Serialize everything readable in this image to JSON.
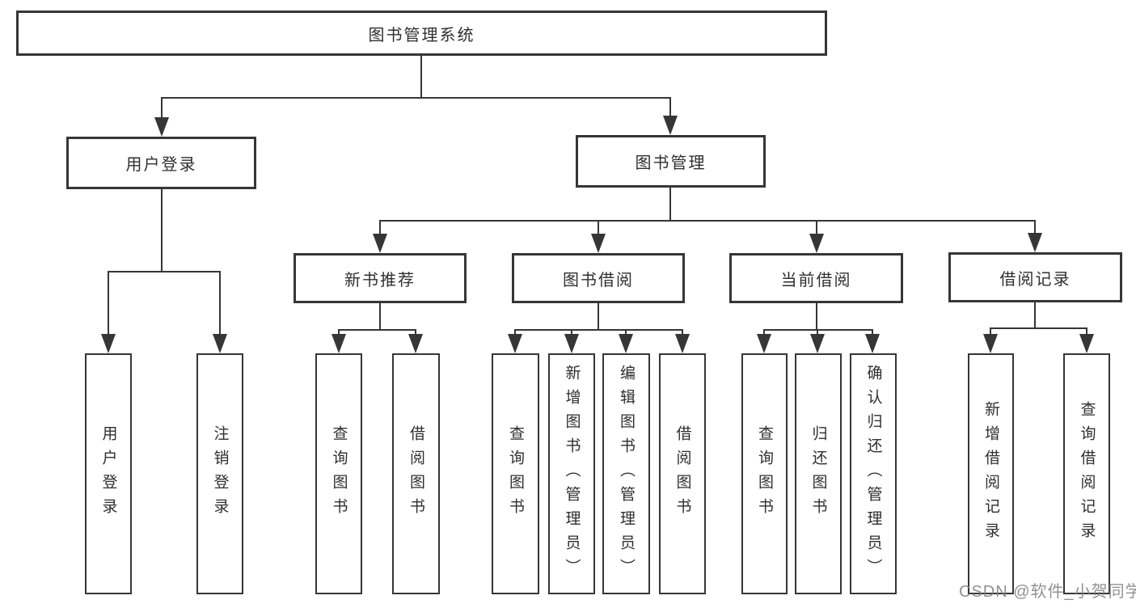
{
  "diagram": {
    "root": "图书管理系统",
    "branches": [
      {
        "label": "用户登录",
        "children": [
          "用户登录",
          "注销登录"
        ]
      },
      {
        "label": "图书管理",
        "sections": [
          {
            "label": "新书推荐",
            "children": [
              "查询图书",
              "借阅图书"
            ]
          },
          {
            "label": "图书借阅",
            "children": [
              "查询图书",
              "新增图书（管理员）",
              "编辑图书（管理员）",
              "借阅图书"
            ]
          },
          {
            "label": "当前借阅",
            "children": [
              "查询图书",
              "归还图书",
              "确认归还（管理员）"
            ]
          },
          {
            "label": "借阅记录",
            "children": [
              "新增借阅记录",
              "查询借阅记录"
            ]
          }
        ]
      }
    ]
  },
  "watermark": "CSDN @软件_小贺同学",
  "colors": {
    "line": "#363636",
    "box_border": "#363636",
    "box_fill": "#ffffff",
    "text": "#2f2f2f",
    "watermark": "#828282",
    "background": "#ffffff"
  }
}
